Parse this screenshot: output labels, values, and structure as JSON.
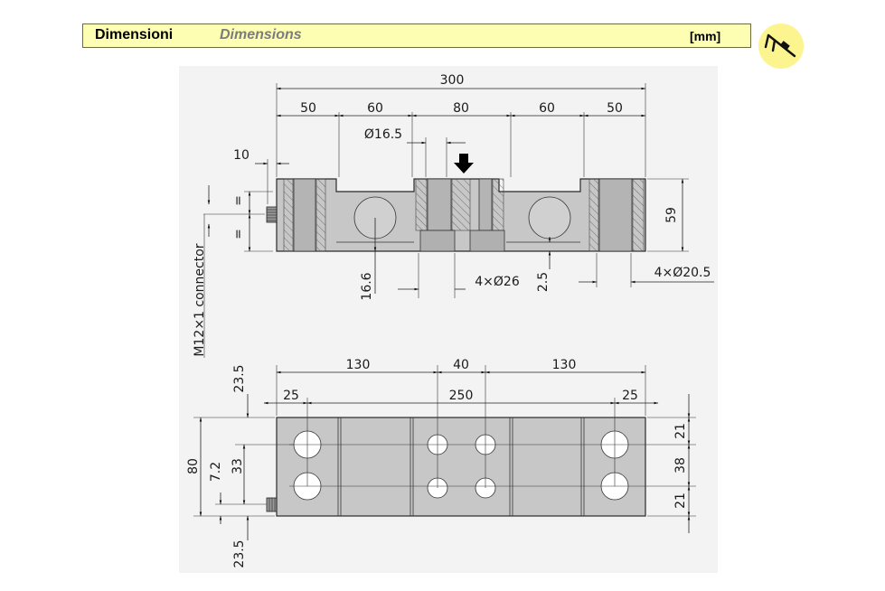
{
  "header": {
    "title_it": "Dimensioni",
    "title_en": "Dimensions",
    "unit": "[mm]"
  },
  "icons": {
    "badge": "caliper-icon",
    "load": "arrow-down-icon"
  },
  "colors": {
    "header_bg": "#fefeb3",
    "header_border": "#6c6c3e",
    "badge_bg": "#fbf48f",
    "panel_bg": "#f3f3f3",
    "body_fill": "#c7c7c7"
  },
  "drawing": {
    "top_view": {
      "length_total": "300",
      "segments": [
        "50",
        "60",
        "80",
        "60",
        "50"
      ],
      "hole_center": "Ø16.5",
      "edge_offset": "10",
      "height": "59",
      "center_height": "16.6",
      "counterbore": "4×Ø26",
      "counterbore_depth": "2.5",
      "through_holes": "4×Ø20.5",
      "connector": "M12×1 connector",
      "equal_mark": "="
    },
    "bottom_view": {
      "top_segments": [
        "130",
        "40",
        "130"
      ],
      "inner_segments": [
        "25",
        "250",
        "25"
      ],
      "width": "80",
      "left_dims": [
        "7.2",
        "33"
      ],
      "offset_top": "23.5",
      "offset_bottom": "23.5",
      "right_dims": [
        "21",
        "38",
        "21"
      ]
    }
  }
}
